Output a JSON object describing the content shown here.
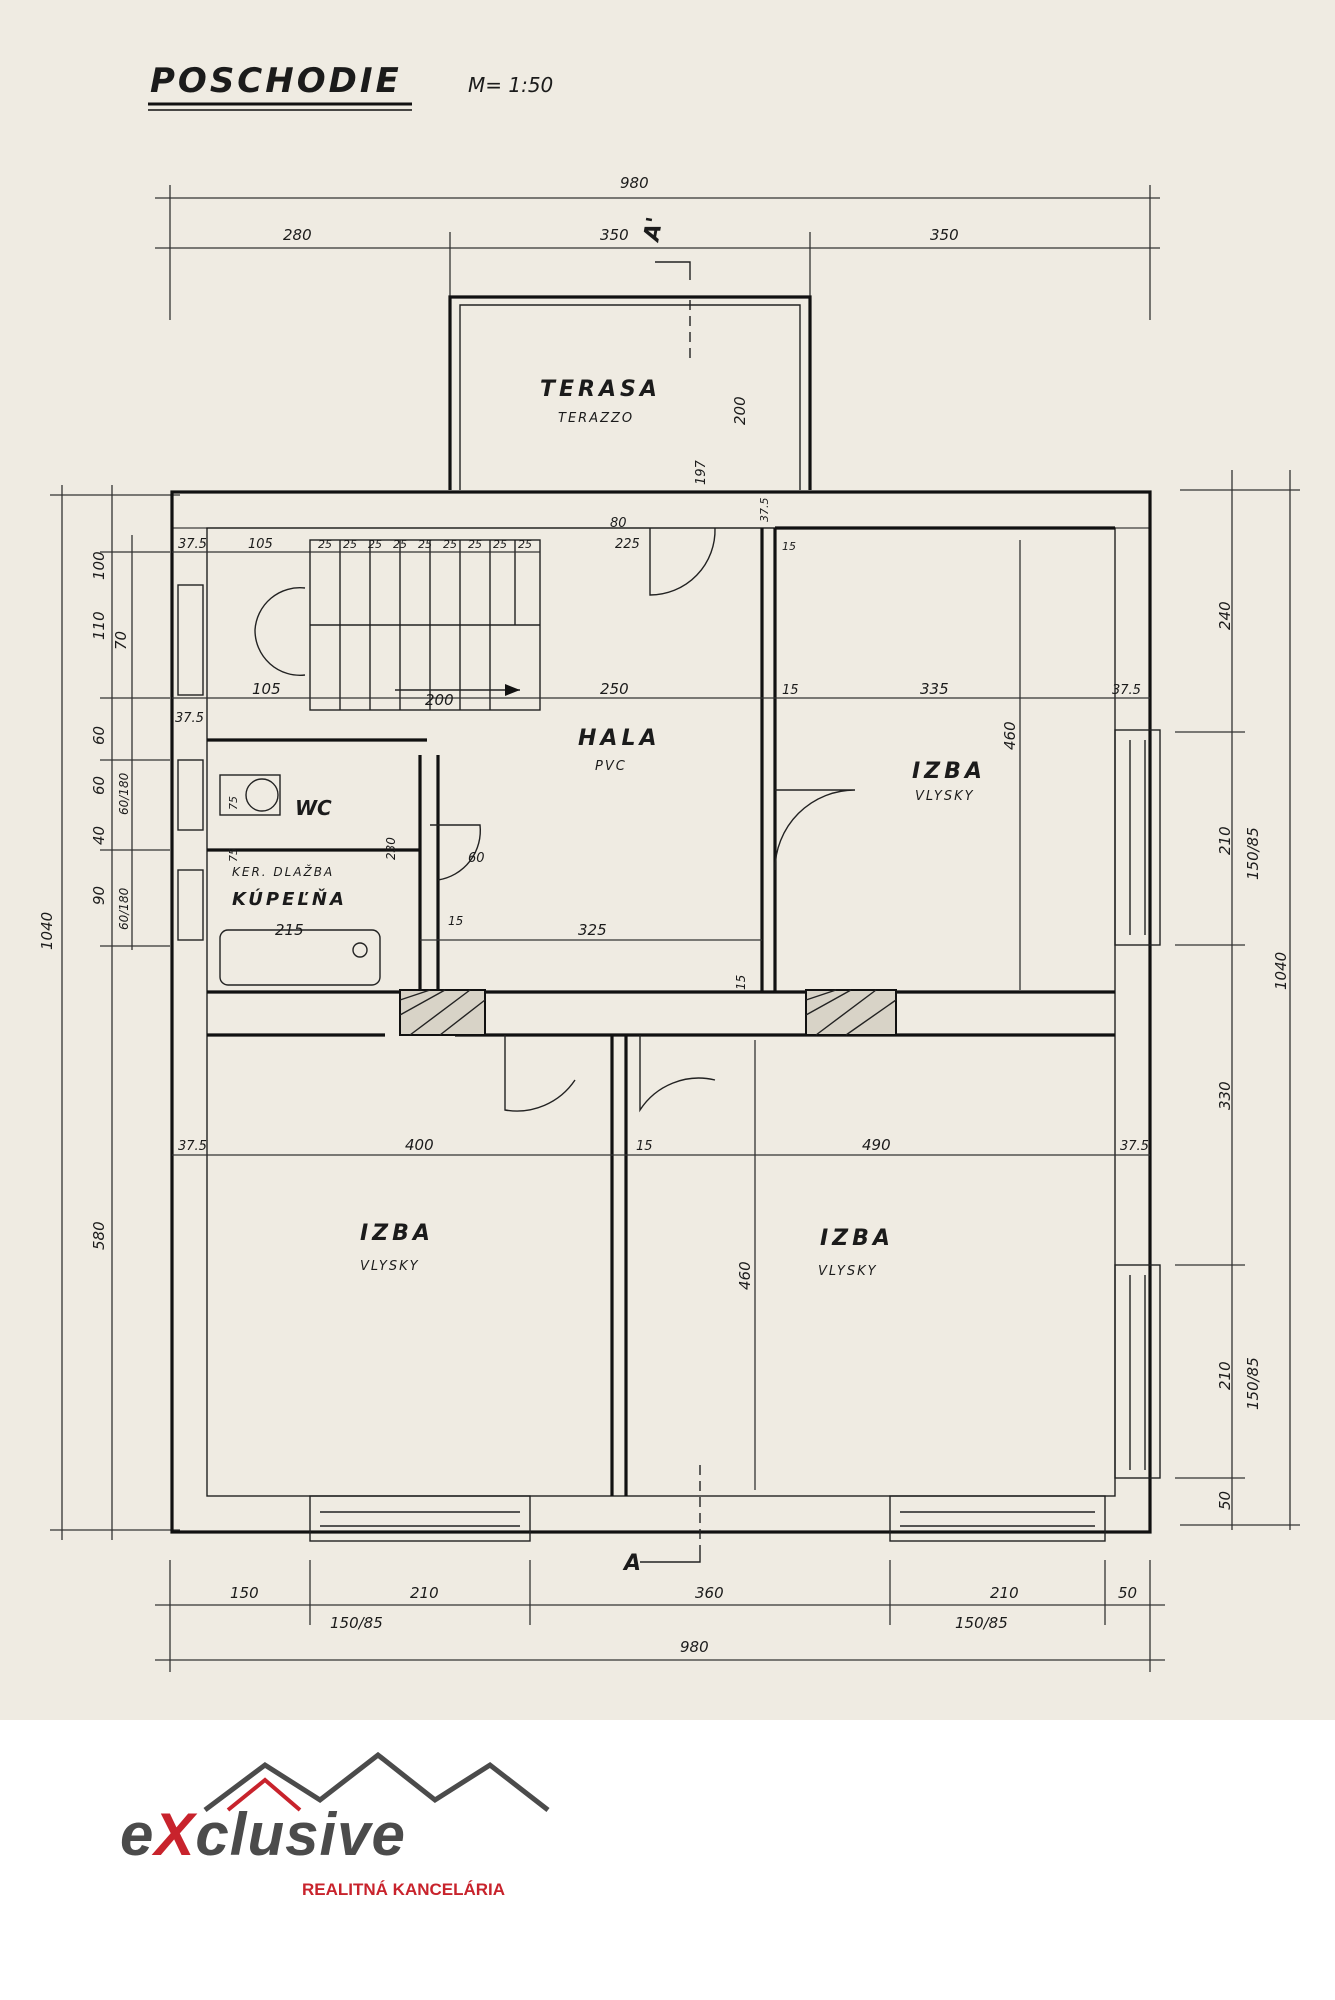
{
  "drawing": {
    "title": "POSCHODIE",
    "scale": "M= 1:50",
    "section_mark": "A'",
    "section_mark_bottom": "A"
  },
  "rooms": {
    "terasa": {
      "name": "TERASA",
      "floor": "TERAZZO"
    },
    "hala": {
      "name": "HALA",
      "floor": "PVC"
    },
    "izba_ne": {
      "name": "IZBA",
      "floor": "VLYSKY"
    },
    "izba_sw": {
      "name": "IZBA",
      "floor": "VLYSKY"
    },
    "izba_se": {
      "name": "IZBA",
      "floor": "VLYSKY"
    },
    "wc": {
      "name": "WC"
    },
    "kupelna": {
      "name": "KÚPEĽŇA",
      "floor": "KER. DLAŽBA"
    }
  },
  "dimensions": {
    "top_total": "980",
    "top_segments": [
      "280",
      "350",
      "350"
    ],
    "terrace_depth": "200",
    "left_total": "1040",
    "left_upper": "580",
    "left_segments": [
      "100",
      "110",
      "70",
      "60",
      "60",
      "40",
      "90"
    ],
    "left_windows": [
      "60/180",
      "60/180"
    ],
    "right_total": "1040",
    "right_segments": [
      "240",
      "210",
      "330",
      "210",
      "50"
    ],
    "right_windows": [
      "150/85",
      "150/85"
    ],
    "bottom_segments": [
      "150",
      "210",
      "360",
      "210",
      "50"
    ],
    "bottom_windows": [
      "150/85",
      "150/85"
    ],
    "bottom_total": "980",
    "interior": {
      "stair_top": [
        "37.5",
        "105",
        "25",
        "25",
        "25",
        "25",
        "25",
        "25",
        "25",
        "25",
        "25"
      ],
      "row_mid": [
        "37.5",
        "105",
        "200",
        "250",
        "15",
        "335",
        "37.5"
      ],
      "row_low": [
        "37.5",
        "400",
        "15",
        "490",
        "37.5"
      ],
      "kupelna_width": "215",
      "hala_width": "325",
      "room_depth_ne": "460",
      "room_depth_se": "460",
      "misc": [
        "80",
        "197",
        "225",
        "37.5",
        "15",
        "60",
        "230",
        "75",
        "75",
        "15",
        "15"
      ]
    }
  },
  "logo": {
    "brand_prefix": "e",
    "brand_x": "X",
    "brand_rest": "clusive",
    "tagline": "REALITNÁ KANCELÁRIA"
  },
  "colors": {
    "ink": "#111111",
    "paper": "#efebe2",
    "brand_red": "#c8232c",
    "brand_gray": "#4b4b4b"
  }
}
